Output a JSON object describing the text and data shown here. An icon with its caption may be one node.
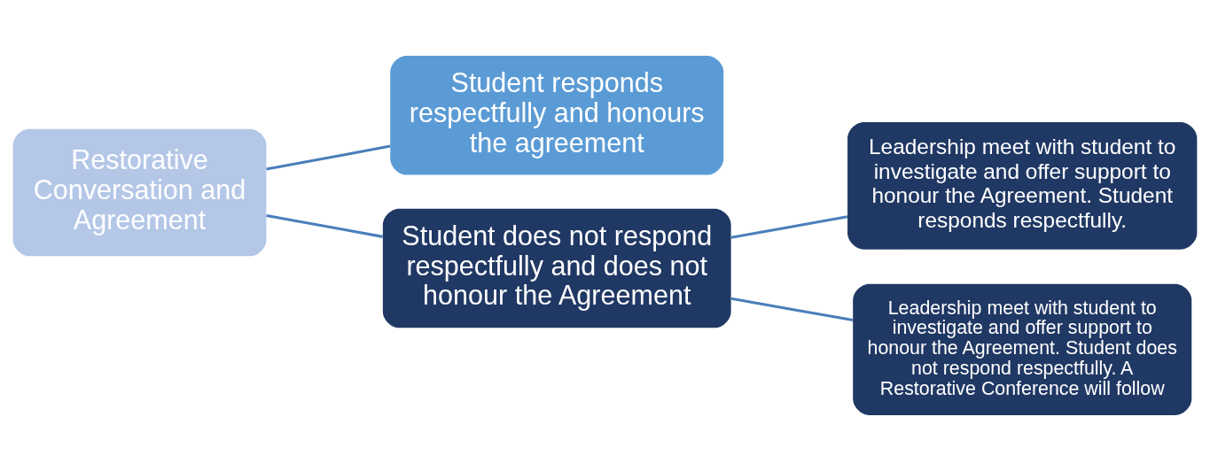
{
  "diagram": {
    "nodes": [
      {
        "text": [
          "Restorative Conversation and Agreement"
        ]
      },
      {
        "text": [
          "Student responds respectfully and honours the agreement"
        ]
      },
      {
        "text": [
          "Student does not respond respectfully and does not honour the Agreement"
        ]
      },
      {
        "text": [
          "Leadership meet with student to investigate and offer support to honour the Agreement. Student responds respectfully."
        ]
      },
      {
        "text": [
          "Leadership meet with student to investigate and offer support to honour the Agreement. Student does not respond respectfully. A Restorative Conference will follow"
        ]
      }
    ],
    "edges": [
      {
        "from": 0,
        "to": 1,
        "arrow": "none"
      },
      {
        "from": 0,
        "to": 2,
        "arrow": "none"
      },
      {
        "from": 2,
        "to": 3,
        "arrow": "none"
      },
      {
        "from": 2,
        "to": 4,
        "arrow": "none"
      }
    ]
  }
}
